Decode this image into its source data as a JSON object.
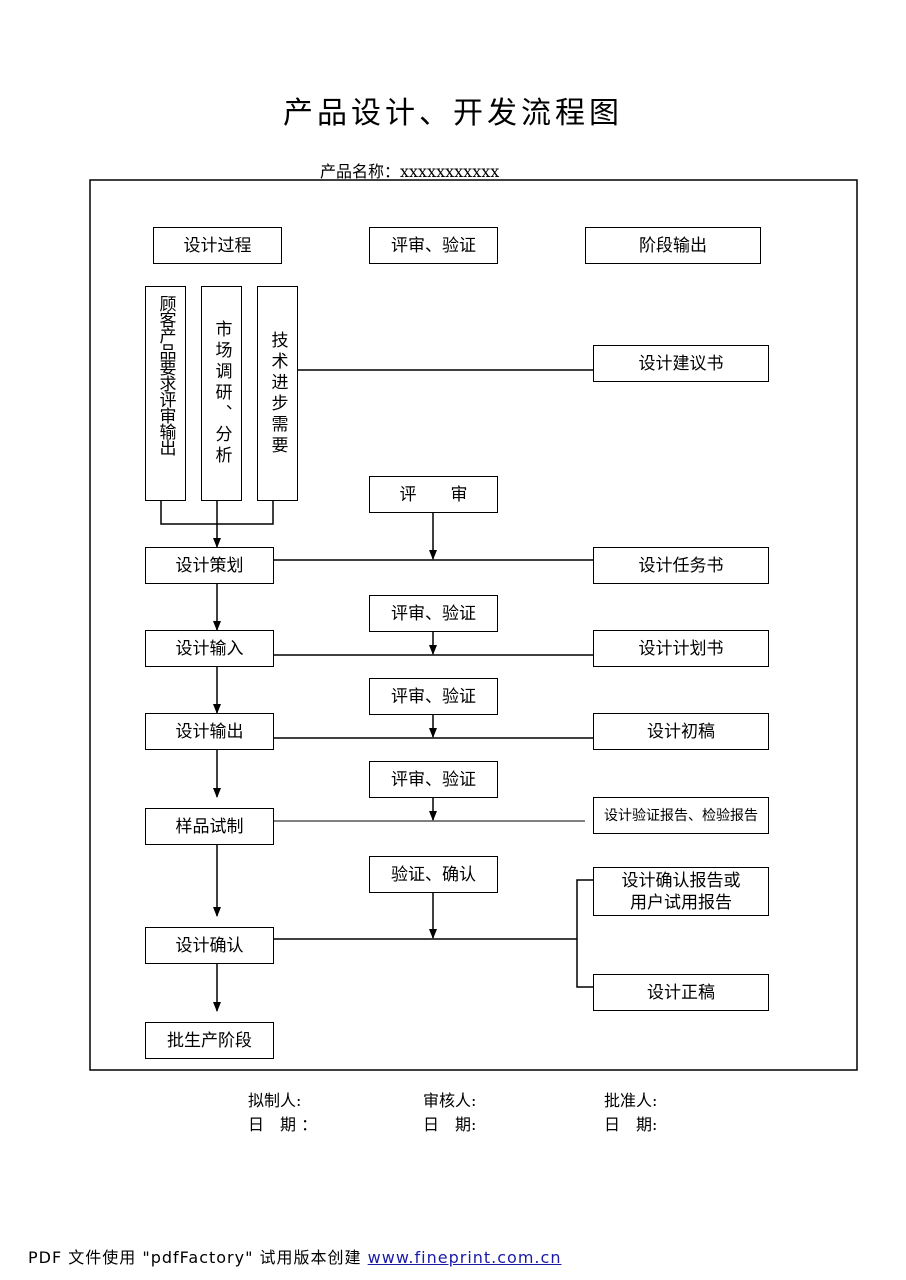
{
  "title": "产品设计、开发流程图",
  "product_name": "产品名称：xxxxxxxxxxx",
  "headers": {
    "design_process": "设计过程",
    "review_verify": "评审、验证",
    "stage_output": "阶段输出"
  },
  "inputs": {
    "customer": "顾客产品要求评审输出",
    "market": "市场调研、分析",
    "tech": "技术进步需要"
  },
  "process_steps": {
    "planning": "设计策划",
    "input": "设计输入",
    "output": "设计输出",
    "sample": "样品试制",
    "confirm": "设计确认",
    "production": "批生产阶段"
  },
  "reviews": {
    "review": "评　　审",
    "review_verify_1": "评审、验证",
    "review_verify_2": "评审、验证",
    "review_verify_3": "评审、验证",
    "verify_confirm": "验证、确认"
  },
  "outputs": {
    "proposal": "设计建议书",
    "task": "设计任务书",
    "plan": "设计计划书",
    "draft": "设计初稿",
    "verify_report": "设计验证报告、检验报告",
    "confirm_report": "设计确认报告或用户试用报告",
    "final": "设计正稿"
  },
  "signatures": {
    "drafter": "拟制人:",
    "reviewer": "审核人:",
    "approver": "批准人:",
    "date_1": "日　期 ：",
    "date_2": "日　期:",
    "date_3": "日　期:"
  },
  "footer": {
    "text": "PDF 文件使用 \"pdfFactory\" 试用版本创建 ",
    "link": "www.fineprint.com.cn"
  }
}
